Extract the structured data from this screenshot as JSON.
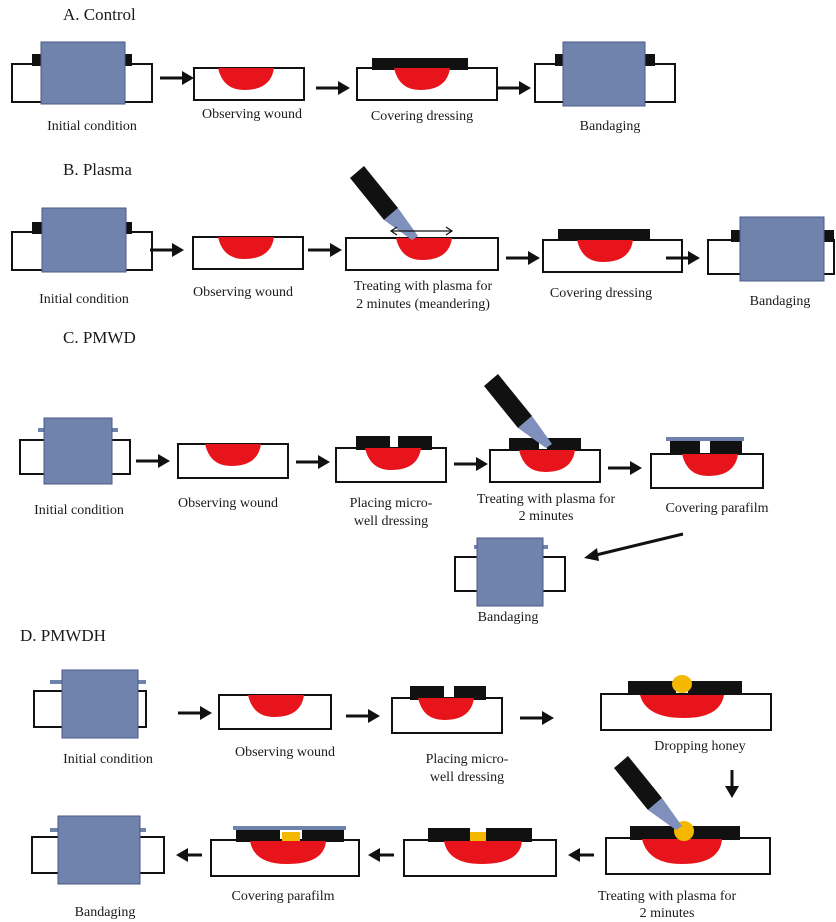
{
  "sections": {
    "A": {
      "title": "A.  Control",
      "labels": {
        "initial": "Initial condition",
        "observe": "Observing wound",
        "cover": "Covering dressing",
        "bandage": "Bandaging"
      }
    },
    "B": {
      "title": "B.  Plasma",
      "labels": {
        "initial": "Initial condition",
        "observe": "Observing wound",
        "treat_1": "Treating with plasma for",
        "treat_2": "2 minutes (meandering)",
        "cover": "Covering dressing",
        "bandage": "Bandaging"
      }
    },
    "C": {
      "title": "C.  PMWD",
      "labels": {
        "initial": "Initial condition",
        "observe": "Observing wound",
        "place_1": "Placing micro-",
        "place_2": "well dressing",
        "treat_1": "Treating with plasma for",
        "treat_2": "2 minutes",
        "parafilm": "Covering parafilm",
        "bandage": "Bandaging"
      }
    },
    "D": {
      "title": "D.  PMWDH",
      "labels": {
        "initial": "Initial condition",
        "observe": "Observing wound",
        "place_1": "Placing micro-",
        "place_2": "well dressing",
        "honey": "Dropping honey",
        "treat_1": "Treating with plasma for",
        "treat_2": "2 minutes",
        "parafilm": "Covering parafilm",
        "bandage": "Bandaging"
      }
    }
  },
  "colors": {
    "wound": "#e8141c",
    "dressing": "#111111",
    "bandage": "#6f83ad",
    "parafilm": "#6f83ad",
    "honey": "#f5b800",
    "plasma_plume": "#7f90bd",
    "body_outline": "#111111"
  },
  "icons": [
    "plasma-jet-icon",
    "double-arrow-icon",
    "flow-arrow-icon"
  ]
}
